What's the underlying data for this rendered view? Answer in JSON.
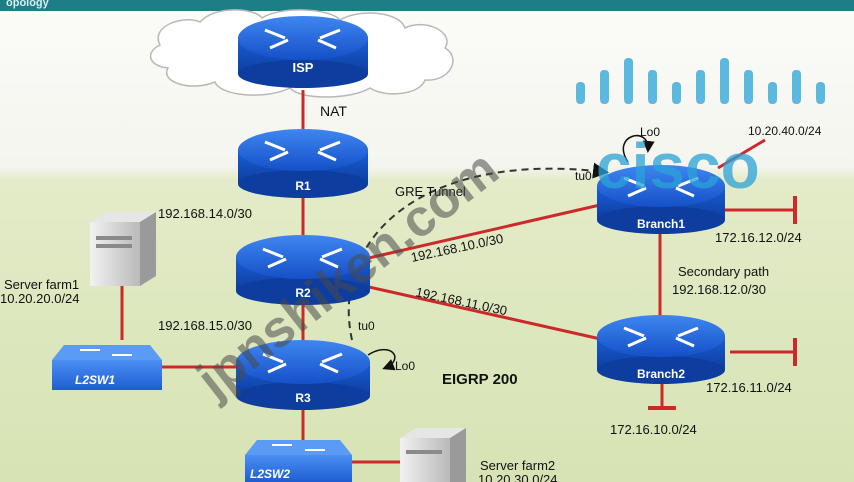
{
  "header": {
    "title": "opology"
  },
  "devices": {
    "isp": "ISP",
    "r1": "R1",
    "r2": "R2",
    "r3": "R3",
    "branch1": "Branch1",
    "branch2": "Branch2",
    "l2sw1": "L2SW1",
    "l2sw2": "L2SW2"
  },
  "labels": {
    "nat": "NAT",
    "net_r1_r2": "192.168.14.0/30",
    "net_r2_r3": "192.168.15.0/30",
    "net_r2_b1": "192.168.10.0/30",
    "net_r2_b2": "192.168.11.0/30",
    "gre": "GRE Tunnel",
    "lo0_b1": "Lo0",
    "tu0_b1": "tu0",
    "lo0_r3": "Lo0",
    "tu0_r3": "tu0",
    "b1_lan_top": "10.20.40.0/24",
    "b1_lan_right": "172.16.12.0/24",
    "secondary_path": "Secondary path",
    "net_b1_b2": "192.168.12.0/30",
    "b2_lan_right": "172.16.11.0/24",
    "b2_lan_bottom": "172.16.10.0/24",
    "eigrp": "EIGRP 200",
    "server_farm1": "Server farm1",
    "server_farm1_net": "10.20.20.0/24",
    "server_farm2": "Server farm2",
    "server_farm2_net": "10.20.30.0/24"
  },
  "watermarks": {
    "site": "jpnshiken.com",
    "logo": "cisco"
  },
  "colors": {
    "router": "#1a5fd6",
    "link": "#cc2a2a",
    "cloud": "#ffffff",
    "background_top": "#fbfbf8",
    "background_bottom": "#dfe8c3",
    "logo": "#2aa3d8"
  }
}
